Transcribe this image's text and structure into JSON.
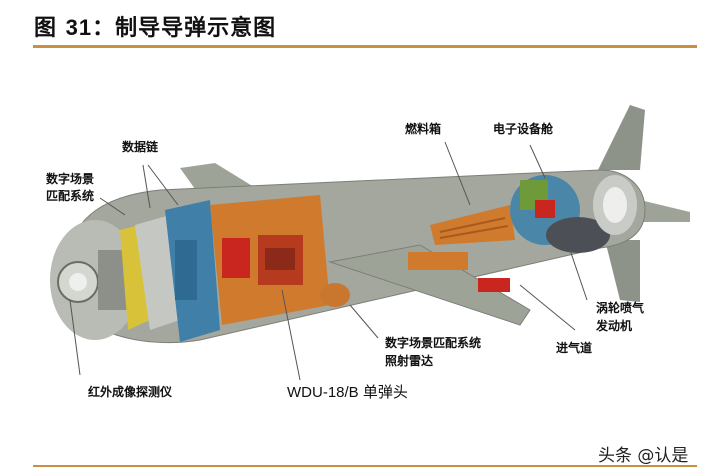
{
  "header": {
    "prefix": "图 ",
    "number": "31",
    "title": "：制导导弹示意图"
  },
  "diagram": {
    "subject": "cruise-missile-cutaway",
    "labels": {
      "data_link": "数据链",
      "dsmac_line1": "数字场景",
      "dsmac_line2": "匹配系统",
      "fuel_tank": "燃料箱",
      "electronics_bay": "电子设备舱",
      "turbojet_line1": "涡轮喷气",
      "turbojet_line2": "发动机",
      "air_intake": "进气道",
      "dsmac_radar_line1": "数字场景匹配系统",
      "dsmac_radar_line2": "照射雷达",
      "warhead": "WDU-18/B 单弹头",
      "ir_seeker": "红外成像探测仪"
    },
    "colors": {
      "body_gray": "#9fa39a",
      "body_dark": "#7c7f77",
      "orange": "#d07a2e",
      "red": "#c8261f",
      "blue": "#3f7fa8",
      "yellow": "#d8c23a",
      "accent_rule": "#c8913f"
    }
  },
  "footer": {
    "watermark": "头条 @认是"
  }
}
